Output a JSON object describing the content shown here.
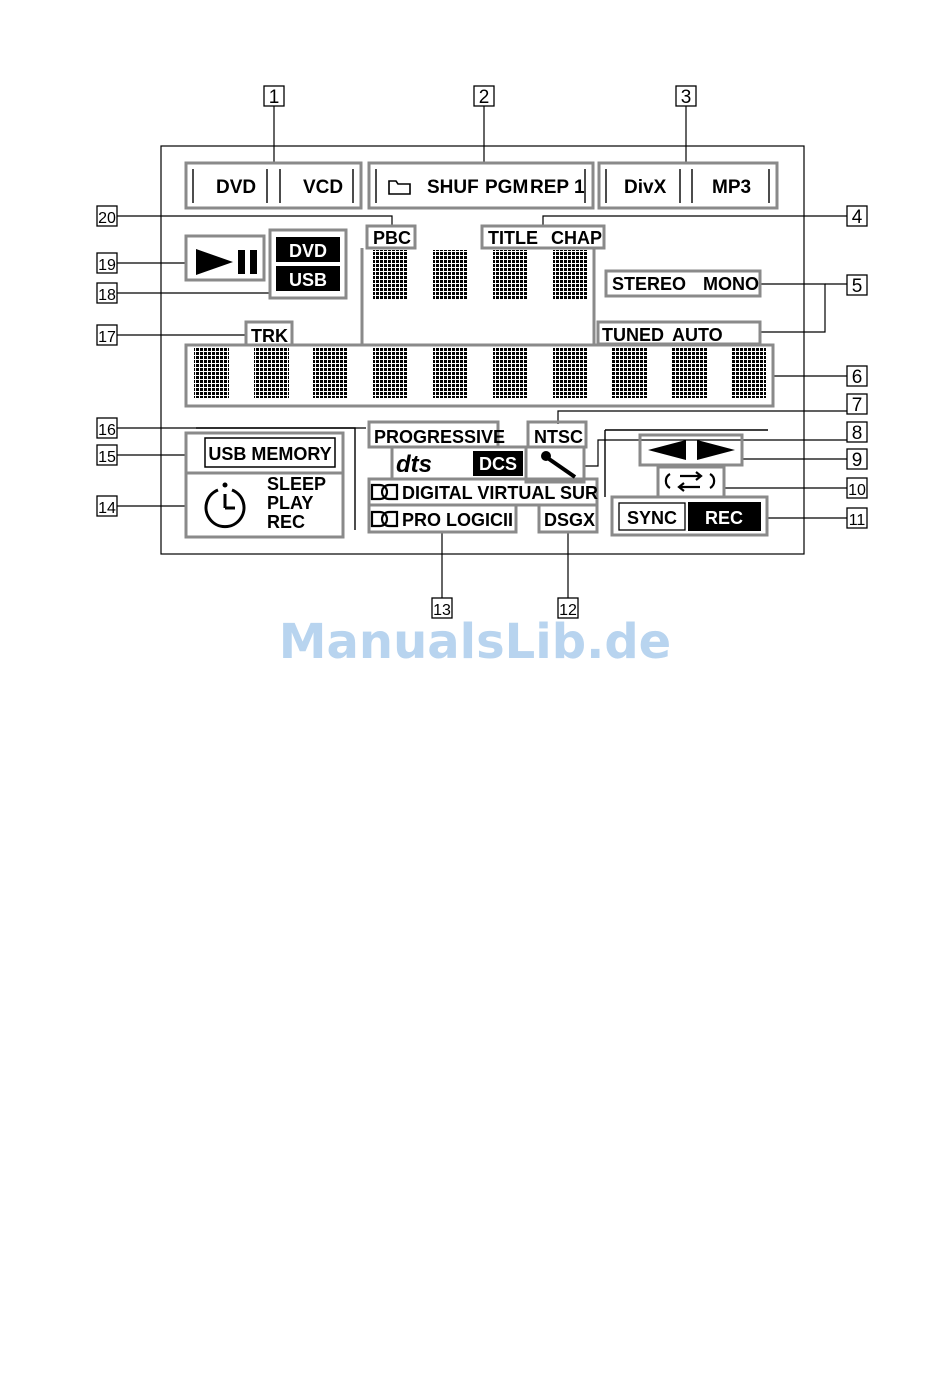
{
  "callouts": [
    "1",
    "2",
    "3",
    "4",
    "5",
    "6",
    "7",
    "8",
    "9",
    "10",
    "11",
    "12",
    "13",
    "14",
    "15",
    "16",
    "17",
    "18",
    "19",
    "20"
  ],
  "indicators": {
    "dvd": "DVD",
    "vcd": "VCD",
    "shuf": "SHUF",
    "pgm": "PGM",
    "rep1": "REP 1",
    "divx": "DivX",
    "mp3": "MP3",
    "pbc": "PBC",
    "title": "TITLE",
    "chap": "CHAP",
    "stereo": "STEREO",
    "mono": "MONO",
    "tuned": "TUNED",
    "auto": "AUTO",
    "trk": "TRK",
    "src_dvd": "DVD",
    "src_usb": "USB",
    "progressive": "PROGRESSIVE",
    "ntsc": "NTSC",
    "usb_memory": "USB MEMORY",
    "sleep": "SLEEP",
    "play": "PLAY",
    "rec": "REC",
    "dts": "dts",
    "dcs": "DCS",
    "digital_virtual_sur": "DIGITAL VIRTUAL SUR",
    "pro_logic": "PRO LOGICII",
    "dsgx": "DSGX",
    "sync": "SYNC",
    "rec_badge": "REC"
  },
  "icons": [
    "folder-icon",
    "play-pause-icon",
    "microphone-icon",
    "left-right-arrows-icon",
    "repeat-arrows-icon",
    "timer-icon",
    "dolby-icon"
  ],
  "colors": {
    "frame": "#8a8a8a",
    "ink": "#000000",
    "watermark": "#b8d4ef"
  },
  "watermark": "ManualsLib.de"
}
